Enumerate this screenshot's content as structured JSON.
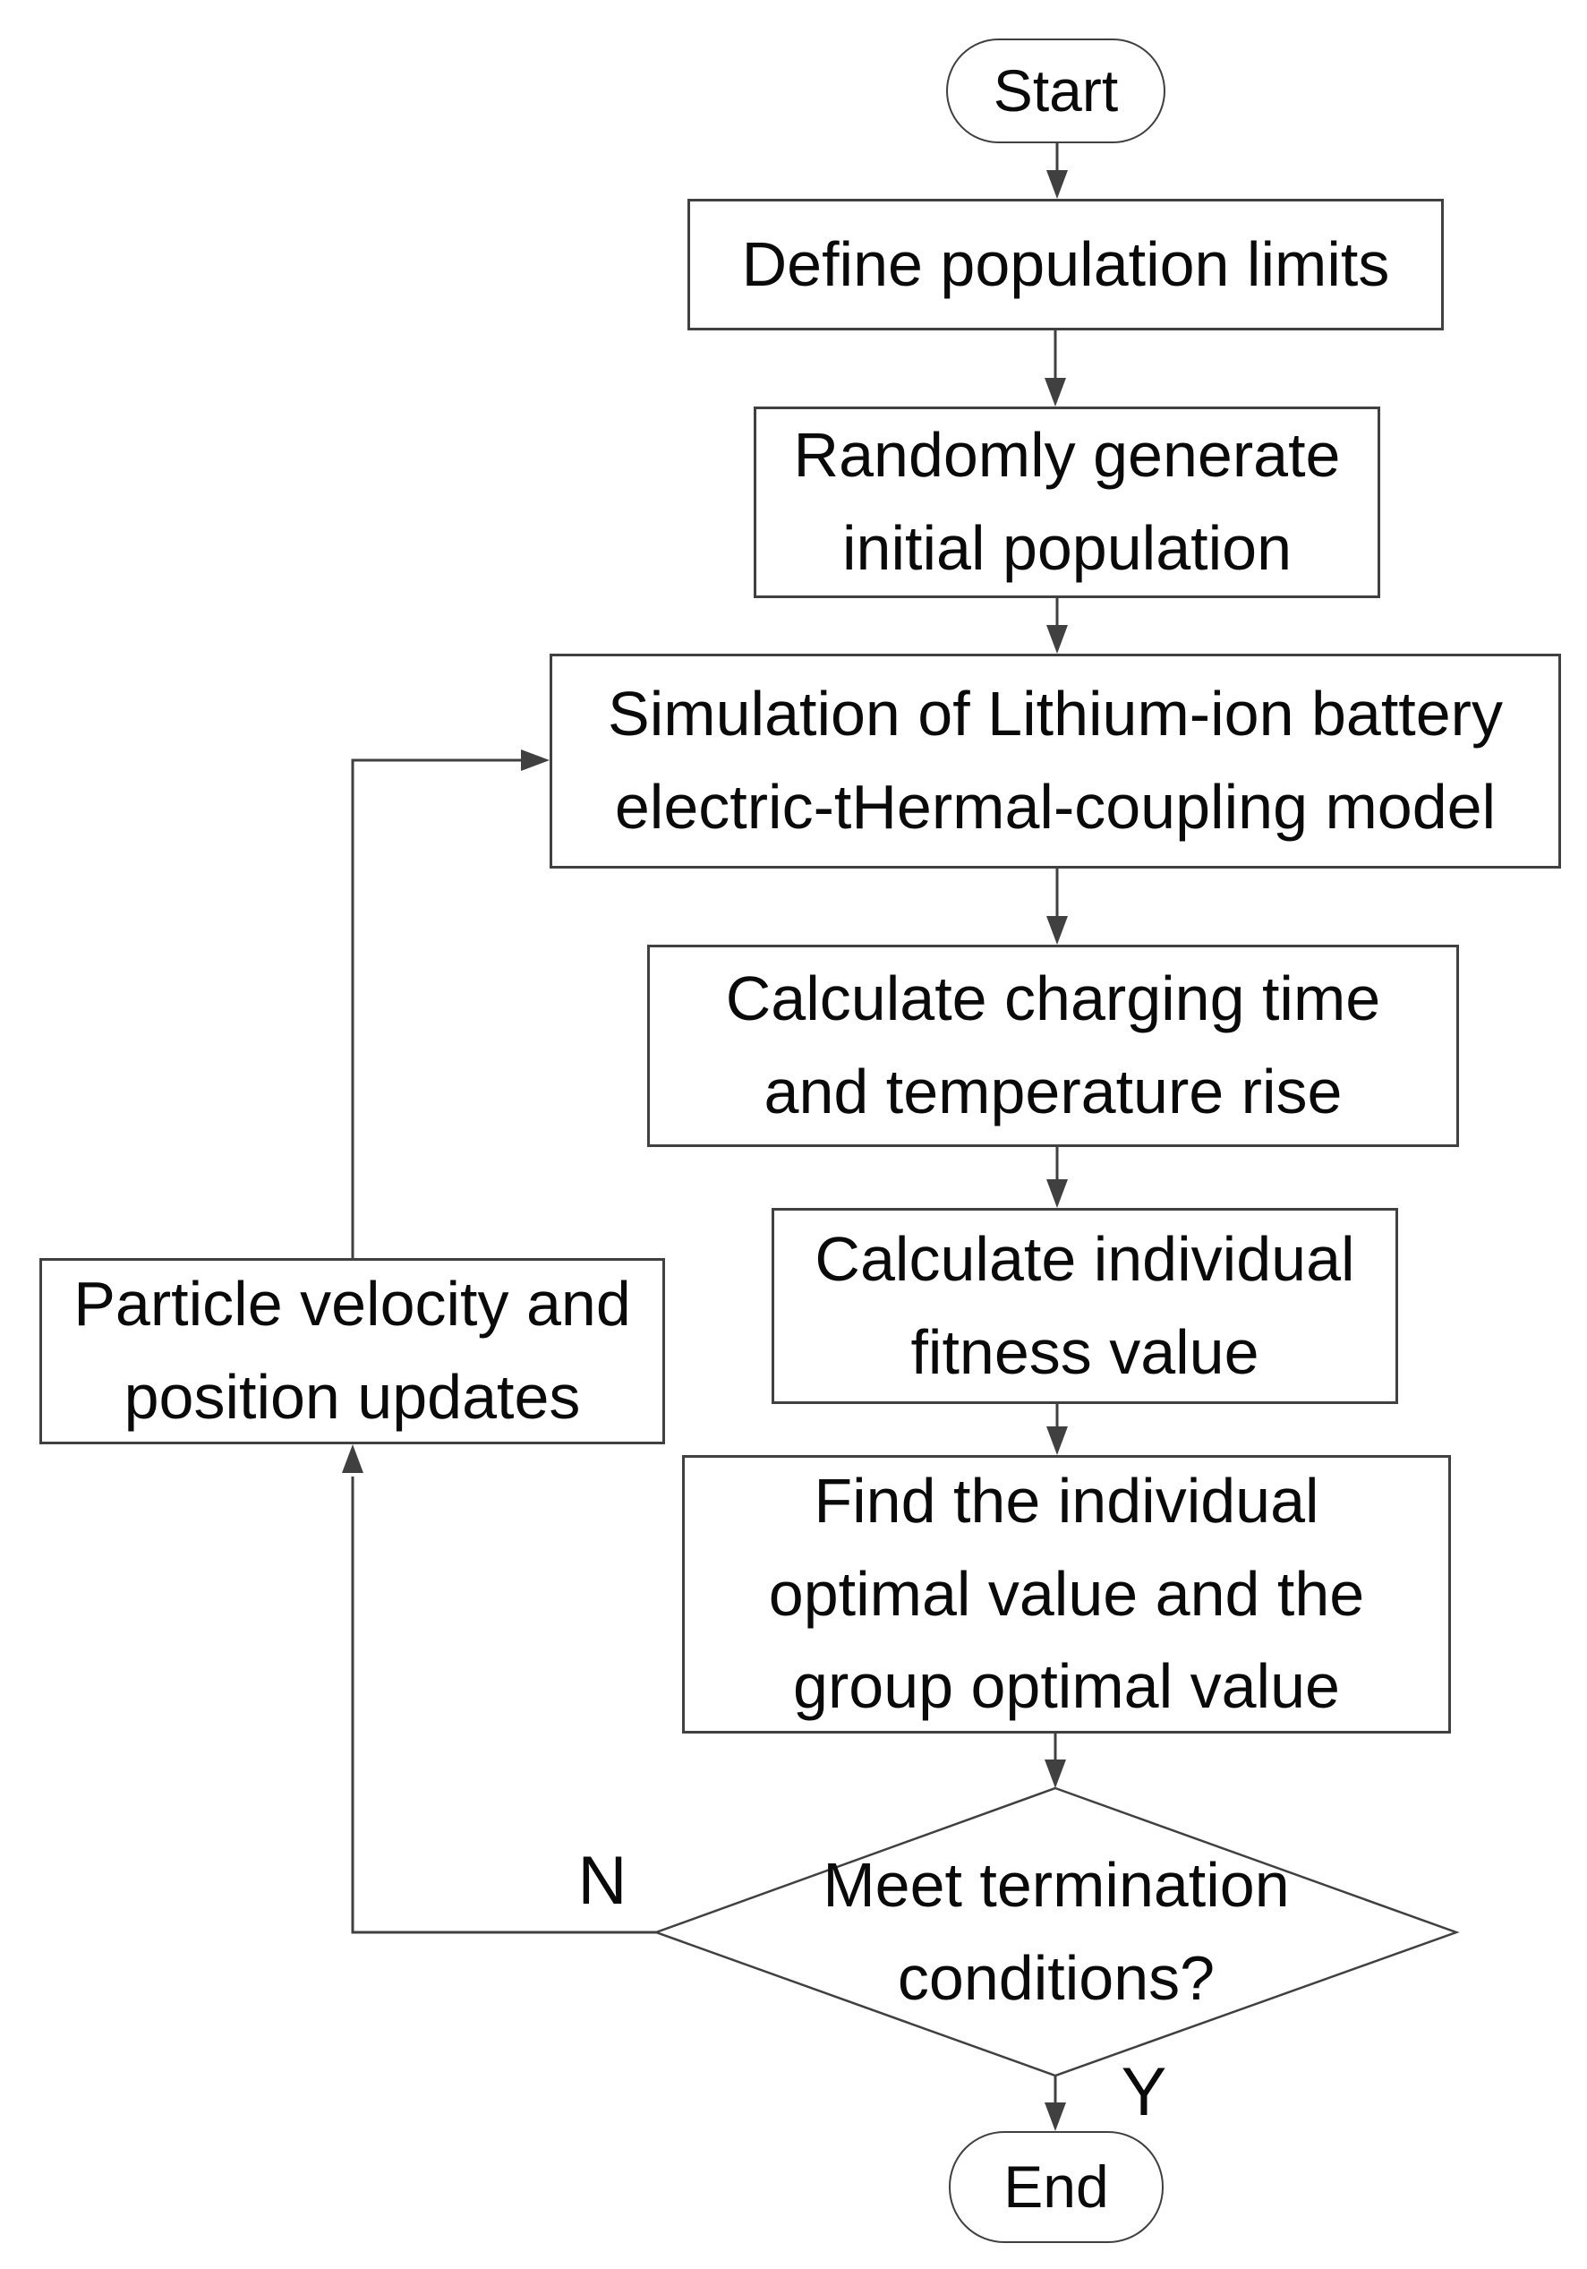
{
  "colors": {
    "stroke": "#404040",
    "text": "#0a0a0a",
    "canvas": "#ffffff"
  },
  "nodes": {
    "start": {
      "label": "Start",
      "shape": "stadium"
    },
    "define_limits": {
      "label": "Define population limits",
      "shape": "rectangle"
    },
    "random_init": {
      "label": "Randomly generate\ninitial population",
      "shape": "rectangle"
    },
    "simulation": {
      "label": "Simulation of Lithium-ion battery\nelectric-tHermal-coupling model",
      "shape": "rectangle"
    },
    "charging_time": {
      "label": "Calculate charging time\nand temperature rise",
      "shape": "rectangle"
    },
    "fitness": {
      "label": "Calculate individual\nfitness value",
      "shape": "rectangle"
    },
    "optimal": {
      "label": "Find the individual\noptimal value and the\ngroup optimal value",
      "shape": "rectangle"
    },
    "termination": {
      "label": "Meet termination\nconditions?",
      "shape": "diamond"
    },
    "update": {
      "label": "Particle velocity and\nposition updates",
      "shape": "rectangle"
    },
    "end": {
      "label": "End",
      "shape": "stadium"
    }
  },
  "edge_labels": {
    "no": "N",
    "yes": "Y"
  }
}
